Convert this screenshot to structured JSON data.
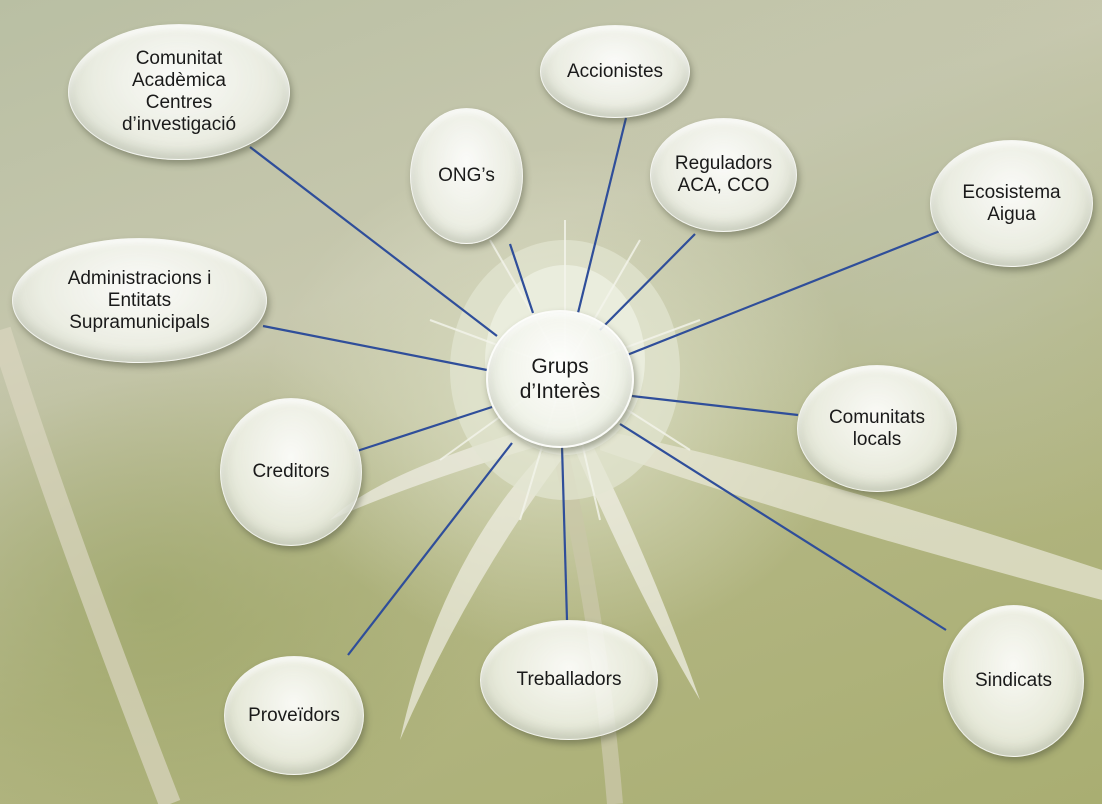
{
  "diagram": {
    "center": {
      "label": "Grups\nd’Interès"
    },
    "nodes": [
      {
        "id": "comunitat",
        "label": "Comunitat\nAcadèmica\nCentres\nd’investigació"
      },
      {
        "id": "accionistes",
        "label": "Accionistes"
      },
      {
        "id": "ongs",
        "label": "ONG’s"
      },
      {
        "id": "reguladors",
        "label": "Reguladors\nACA, CCO"
      },
      {
        "id": "ecosistema",
        "label": "Ecosistema\nAigua"
      },
      {
        "id": "administracions",
        "label": "Administracions i\nEntitats\nSupramunicipals"
      },
      {
        "id": "comunitats-locals",
        "label": "Comunitats\nlocals"
      },
      {
        "id": "creditors",
        "label": "Creditors"
      },
      {
        "id": "sindicats",
        "label": "Sindicats"
      },
      {
        "id": "treballadors",
        "label": "Treballadors"
      },
      {
        "id": "proveidors",
        "label": "Proveïdors"
      }
    ],
    "colors": {
      "connector": "#2f4e9a",
      "node_fill": "#f2f4ec",
      "text": "#1a1a1a"
    }
  }
}
